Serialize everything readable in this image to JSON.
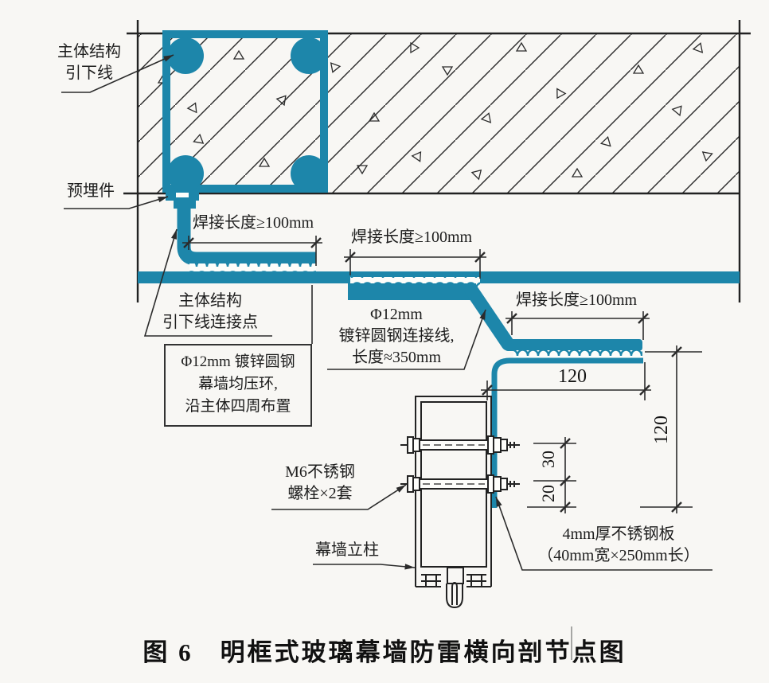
{
  "colors": {
    "teal": "#1d86aa",
    "line": "#2b2b2b",
    "background": "#f8f7f4"
  },
  "labels": {
    "main_structure_downlead": "主体结构\n引下线",
    "embedded_part": "预埋件",
    "weld_length_1": "焊接长度≥100mm",
    "weld_length_2": "焊接长度≥100mm",
    "weld_length_3": "焊接长度≥100mm",
    "downlead_connection_point": "主体结构\n引下线连接点",
    "equipotential_ring": "Φ12mm 镀锌圆钢\n幕墙均压环,\n沿主体四周布置",
    "connecting_wire": "Φ12mm\n镀锌圆钢连接线,\n长度≈350mm",
    "m6_bolts": "M6不锈钢\n螺栓×2套",
    "curtain_wall_mullion": "幕墙立柱",
    "steel_plate": "4mm厚不锈钢板\n（40mm宽×250mm长）"
  },
  "dimensions": {
    "horizontal_offset": "120",
    "vertical_length": "120",
    "bolt_spacing": "30",
    "bolt_to_end": "20"
  },
  "title": "图 6　明框式玻璃幕墙防雷横向剖节点图"
}
